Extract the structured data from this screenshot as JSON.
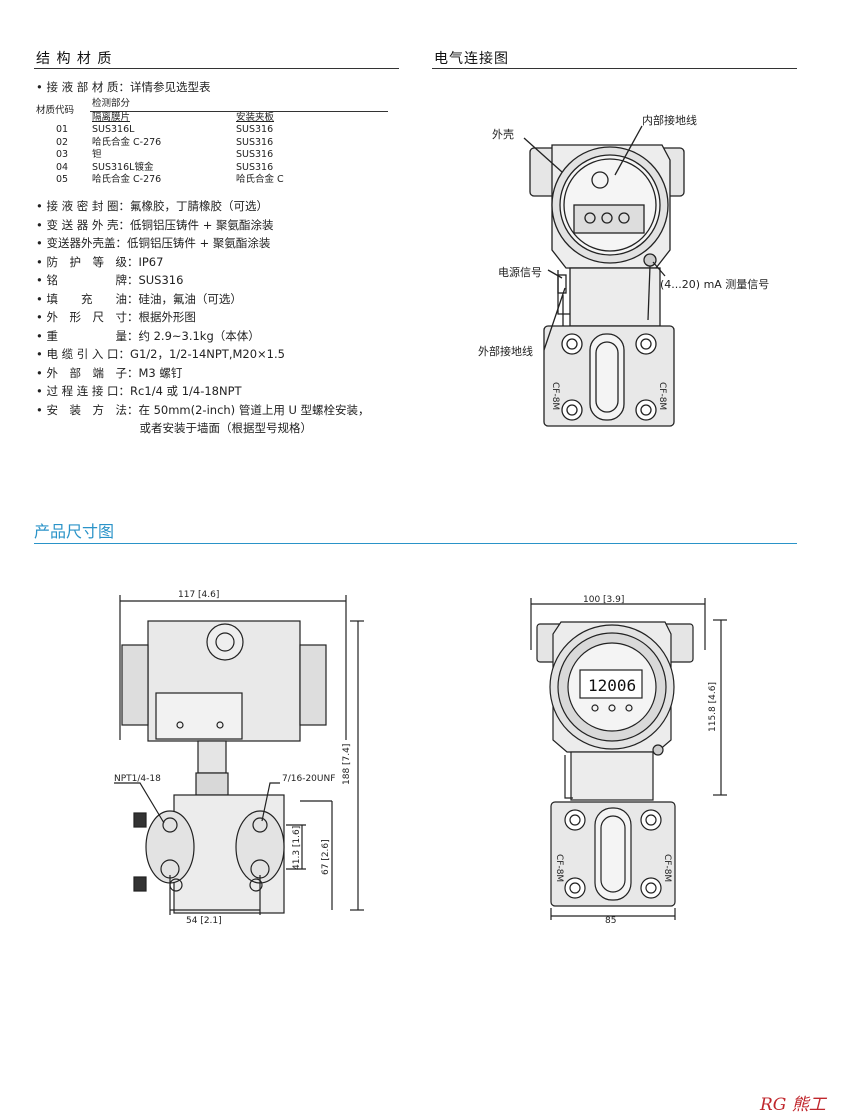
{
  "structure": {
    "title": "结 构 材 质",
    "wetted": "• 接 液 部 材 质：详情参见选型表",
    "table_header": {
      "code": "材质代码",
      "group": "检测部分",
      "diaphragm": "隔离膜片",
      "flange": "安装夹板"
    },
    "table_rows": [
      {
        "code": "01",
        "diaphragm": "SUS316L",
        "flange": "SUS316"
      },
      {
        "code": "02",
        "diaphragm": "哈氏合金 C-276",
        "flange": "SUS316"
      },
      {
        "code": "03",
        "diaphragm": "钽",
        "flange": "SUS316"
      },
      {
        "code": "04",
        "diaphragm": "SUS316L镀金",
        "flange": "SUS316"
      },
      {
        "code": "05",
        "diaphragm": "哈氏合金 C-276",
        "flange": "哈氏合金 C"
      }
    ],
    "specs": [
      "• 接 液 密 封 圈：氟橡胶，丁腈橡胶（可选）",
      "• 变 送 器 外 壳：低铜铝压铸件 + 聚氨酯涂装",
      "• 变送器外壳盖：低铜铝压铸件 + 聚氨酯涂装",
      "• 防　护　等　级：IP67",
      "• 铭　　　　　牌：SUS316",
      "• 填　　充　　油：硅油，氟油（可选）",
      "• 外　形　尺　寸：根据外形图",
      "• 重　　　　　量：约 2.9~3.1kg（本体）",
      "• 电 缆 引 入 口：G1/2，1/2-14NPT,M20×1.5",
      "• 外　部　端　子：M3 螺钉",
      "• 过 程 连 接 口：Rc1/4 或 1/4-18NPT",
      "• 安　装　方　法：在 50mm(2-inch) 管道上用 U 型螺栓安装，",
      "　　　　　　　　　或者安装于墙面（根据型号规格）"
    ]
  },
  "electrical": {
    "title": "电气连接图",
    "labels": {
      "inner_ground": "内部接地线",
      "shell": "外壳",
      "power": "电源信号",
      "signal": "(4...20) mA 测量信号",
      "outer_ground": "外部接地线"
    },
    "flange_mark": "CF-8M"
  },
  "dimensions": {
    "title": "产品尺寸图",
    "left": {
      "width": "117 [4.6]",
      "height": "188 [7.4]",
      "h67": "67 [2.6]",
      "h41": "41.3 [1.6]",
      "w54": "54 [2.1]",
      "npt": "NPT1/4-18",
      "unf": "7/16-20UNF"
    },
    "right": {
      "width": "100 [3.9]",
      "height": "115.8 [4.6]",
      "bottom": "85",
      "display": "12006"
    }
  },
  "logo": {
    "text": "RG 熊工"
  }
}
